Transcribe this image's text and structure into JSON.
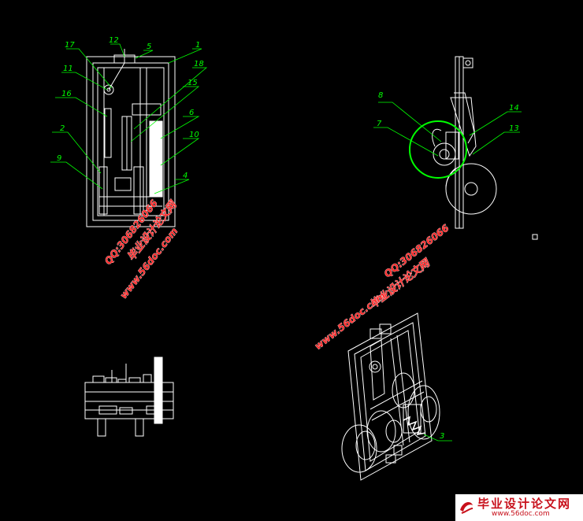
{
  "colors": {
    "background": "#000000",
    "line": "#ffffff",
    "leader": "#00ff00",
    "watermark": "#ff2a2a"
  },
  "part_numbers": {
    "p1": "1",
    "p2": "2",
    "p3": "3",
    "p4": "4",
    "p5": "5",
    "p6": "6",
    "p7": "7",
    "p8": "8",
    "p9": "9",
    "p10": "10",
    "p11": "11",
    "p12": "12",
    "p13": "13",
    "p14": "14",
    "p15": "15",
    "p16": "16",
    "p17": "17",
    "p18": "18"
  },
  "watermarks": {
    "site_name": "毕业设计论文网",
    "url": "www.56doc.com",
    "qq": "QQ:306826066"
  },
  "logo": {
    "brand": "毕业设计论文网",
    "url": "www.56doc.com",
    "icon": "logo-swirl-icon"
  }
}
